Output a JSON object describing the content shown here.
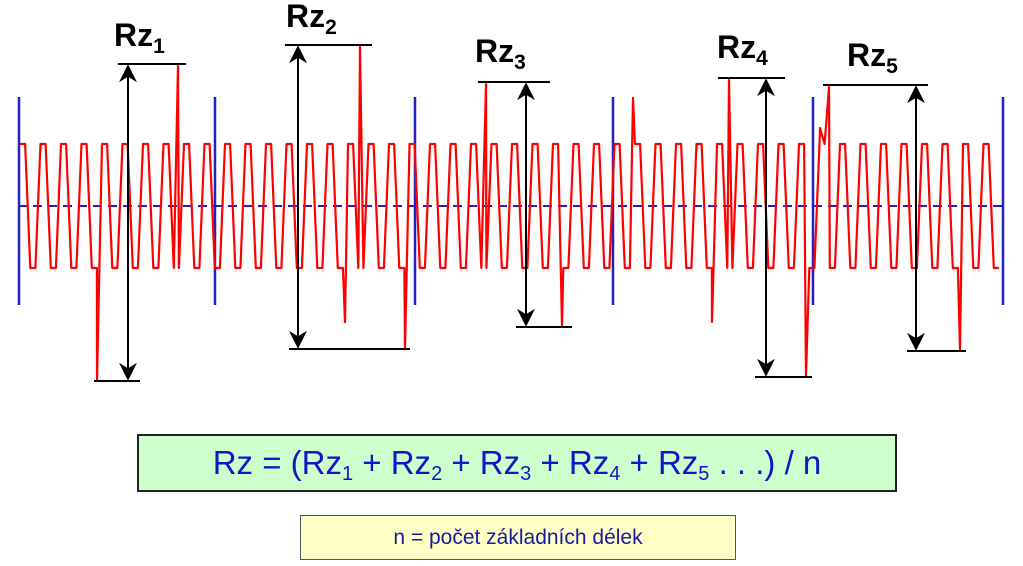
{
  "labels": [
    {
      "base": "Rz",
      "sub": "1"
    },
    {
      "base": "Rz",
      "sub": "2"
    },
    {
      "base": "Rz",
      "sub": "3"
    },
    {
      "base": "Rz",
      "sub": "4"
    },
    {
      "base": "Rz",
      "sub": "5"
    }
  ],
  "formula": {
    "lhs": "Rz = (",
    "terms": [
      {
        "base": "Rz",
        "sub": "1",
        "after": " + "
      },
      {
        "base": "Rz",
        "sub": "2",
        "after": " + "
      },
      {
        "base": "Rz",
        "sub": "3",
        "after": " + "
      },
      {
        "base": "Rz",
        "sub": "4",
        "after": " + "
      },
      {
        "base": "Rz",
        "sub": "5",
        "after": " . . .) / n"
      }
    ]
  },
  "note": "n = počet základních délek",
  "colors": {
    "profile": "#ff0000",
    "mean_line": "#2222bb",
    "section_divider": "#2222bb",
    "measure_arrow": "#000000",
    "formula_bg": "#ccffcc",
    "formula_text": "#1515c8",
    "note_bg": "#ffffc6"
  }
}
